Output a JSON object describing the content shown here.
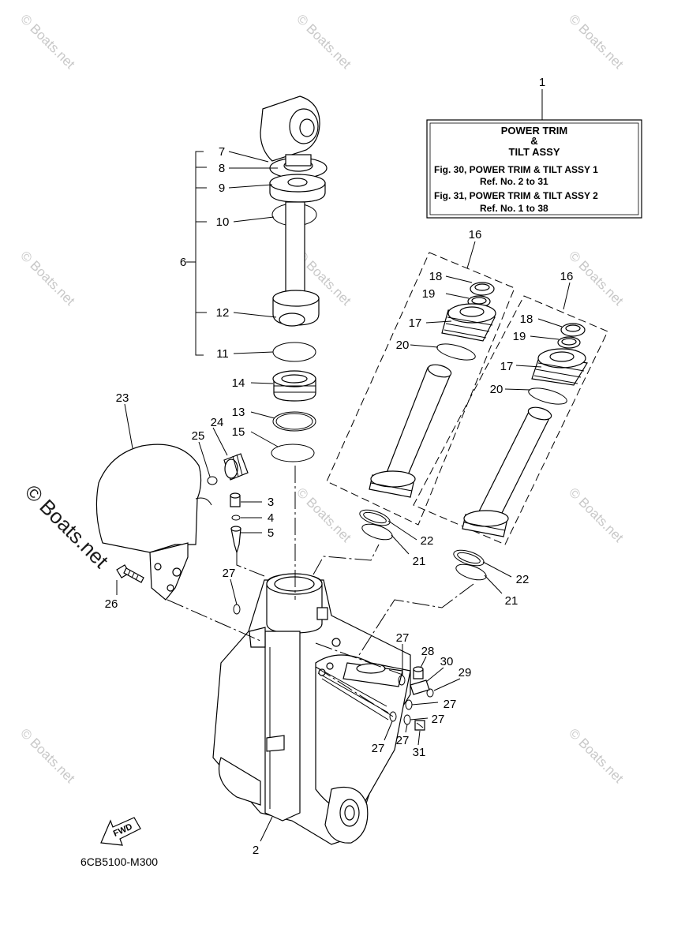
{
  "watermark": "© Boats.net",
  "note": {
    "title_1": "POWER TRIM",
    "title_2": "&",
    "title_3": "TILT ASSY",
    "line_1": "Fig. 30, POWER TRIM & TILT ASSY 1",
    "line_2": "Ref. No. 2 to 31",
    "line_3": "Fig. 31, POWER TRIM & TILT ASSY 2",
    "line_4": "Ref. No. 1 to 38"
  },
  "callouts": {
    "c1": "1",
    "c2": "2",
    "c3": "3",
    "c4": "4",
    "c5": "5",
    "c6": "6",
    "c7": "7",
    "c8": "8",
    "c9": "9",
    "c10": "10",
    "c11": "11",
    "c12": "12",
    "c13": "13",
    "c14": "14",
    "c15": "15",
    "c16": "16",
    "c17": "17",
    "c18": "18",
    "c19": "19",
    "c20": "20",
    "c21": "21",
    "c22": "22",
    "c23": "23",
    "c24": "24",
    "c25": "25",
    "c26": "26",
    "c27": "27",
    "c28": "28",
    "c29": "29",
    "c30": "30",
    "c31": "31"
  },
  "fwd_label": "FWD",
  "diagram_code": "6CB5100-M300"
}
